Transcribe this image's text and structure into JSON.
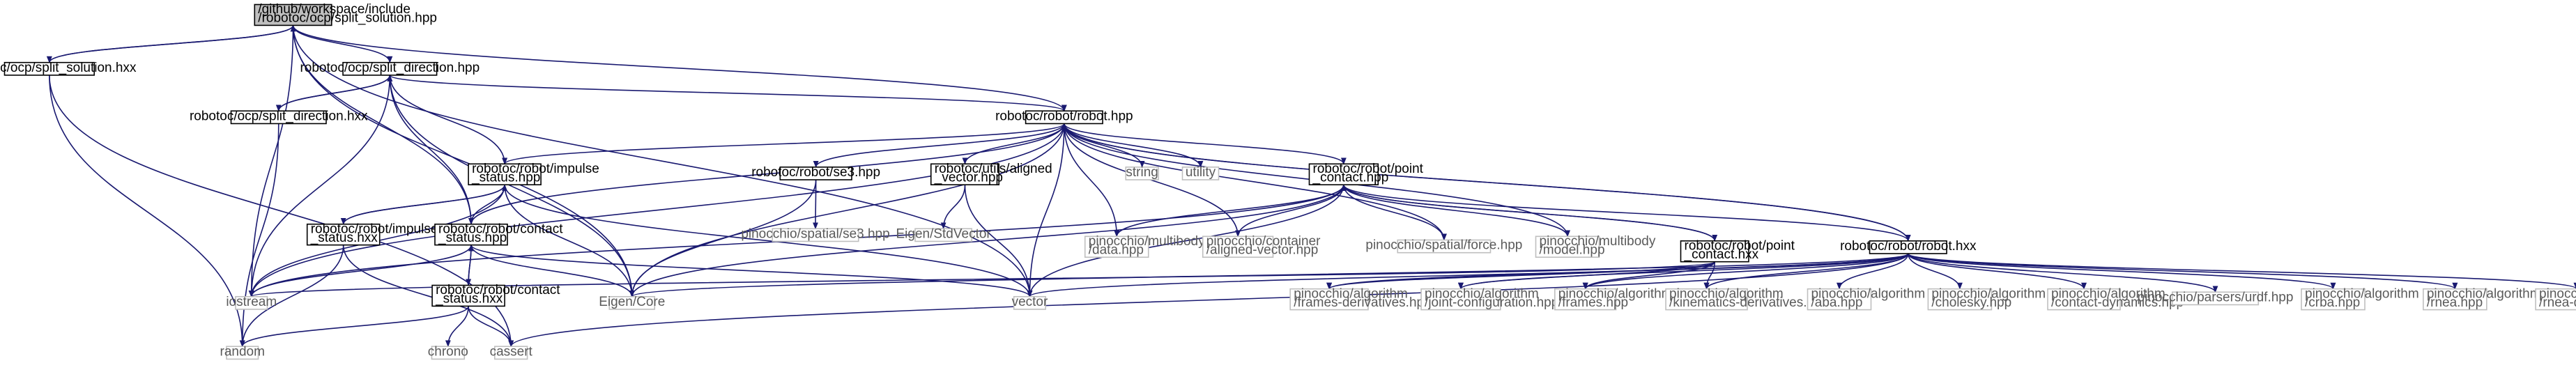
{
  "title": "",
  "colors": {
    "edge": "#191970",
    "root_fill": "#bfbfbf",
    "node_stroke": "#000000",
    "external_stroke": "#bfbfbf",
    "external_text": "#5a5a5a"
  },
  "nodes": [
    {
      "id": "root",
      "lines": [
        "/github/workspace/include",
        "/robotoc/ocp/split_solution.hpp"
      ],
      "kind": "root"
    },
    {
      "id": "split_solution_hxx",
      "lines": [
        "robotoc/ocp/split_solution.hxx"
      ],
      "kind": "file"
    },
    {
      "id": "split_direction_hpp",
      "lines": [
        "robotoc/ocp/split_direction.hpp"
      ],
      "kind": "file"
    },
    {
      "id": "split_direction_hxx",
      "lines": [
        "robotoc/ocp/split_direction.hxx"
      ],
      "kind": "file"
    },
    {
      "id": "robot_hpp",
      "lines": [
        "robotoc/robot/robot.hpp"
      ],
      "kind": "file"
    },
    {
      "id": "impulse_status_hpp",
      "lines": [
        "robotoc/robot/impulse",
        "_status.hpp"
      ],
      "kind": "file"
    },
    {
      "id": "se3_hpp",
      "lines": [
        "robotoc/robot/se3.hpp"
      ],
      "kind": "file"
    },
    {
      "id": "aligned_vector_hpp",
      "lines": [
        "robotoc/utils/aligned",
        "_vector.hpp"
      ],
      "kind": "file"
    },
    {
      "id": "string",
      "lines": [
        "string"
      ],
      "kind": "external"
    },
    {
      "id": "utility",
      "lines": [
        "utility"
      ],
      "kind": "external"
    },
    {
      "id": "point_contact_hpp",
      "lines": [
        "robotoc/robot/point",
        "_contact.hpp"
      ],
      "kind": "file"
    },
    {
      "id": "robot_hxx",
      "lines": [
        "robotoc/robot/robot.hxx"
      ],
      "kind": "file"
    },
    {
      "id": "impulse_status_hxx",
      "lines": [
        "robotoc/robot/impulse",
        "_status.hxx"
      ],
      "kind": "file"
    },
    {
      "id": "contact_status_hpp",
      "lines": [
        "robotoc/robot/contact",
        "_status.hpp"
      ],
      "kind": "file"
    },
    {
      "id": "contact_status_hxx",
      "lines": [
        "robotoc/robot/contact",
        "_status.hxx"
      ],
      "kind": "file"
    },
    {
      "id": "point_contact_hxx",
      "lines": [
        "robotoc/robot/point",
        "_contact.hxx"
      ],
      "kind": "file"
    },
    {
      "id": "se3_pin",
      "lines": [
        "pinocchio/spatial/se3.hpp"
      ],
      "kind": "external"
    },
    {
      "id": "eigen_stdvector",
      "lines": [
        "Eigen/StdVector"
      ],
      "kind": "external"
    },
    {
      "id": "multibody_data",
      "lines": [
        "pinocchio/multibody",
        "/data.hpp"
      ],
      "kind": "external"
    },
    {
      "id": "container_aligned",
      "lines": [
        "pinocchio/container",
        "/aligned-vector.hpp"
      ],
      "kind": "external"
    },
    {
      "id": "spatial_force",
      "lines": [
        "pinocchio/spatial/force.hpp"
      ],
      "kind": "external"
    },
    {
      "id": "multibody_model",
      "lines": [
        "pinocchio/multibody",
        "/model.hpp"
      ],
      "kind": "external"
    },
    {
      "id": "iostream",
      "lines": [
        "iostream"
      ],
      "kind": "external"
    },
    {
      "id": "eigen_core",
      "lines": [
        "Eigen/Core"
      ],
      "kind": "external"
    },
    {
      "id": "vector",
      "lines": [
        "vector"
      ],
      "kind": "external"
    },
    {
      "id": "random",
      "lines": [
        "random"
      ],
      "kind": "external"
    },
    {
      "id": "chrono",
      "lines": [
        "chrono"
      ],
      "kind": "external"
    },
    {
      "id": "cassert",
      "lines": [
        "cassert"
      ],
      "kind": "external"
    },
    {
      "id": "frames_derivatives",
      "lines": [
        "pinocchio/algorithm",
        "/frames-derivatives.hpp"
      ],
      "kind": "external"
    },
    {
      "id": "joint_configuration",
      "lines": [
        "pinocchio/algorithm",
        "/joint-configuration.hpp"
      ],
      "kind": "external"
    },
    {
      "id": "frames",
      "lines": [
        "pinocchio/algorithm",
        "/frames.hpp"
      ],
      "kind": "external"
    },
    {
      "id": "kinematics_derivatives",
      "lines": [
        "pinocchio/algorithm",
        "/kinematics-derivatives.hpp"
      ],
      "kind": "external"
    },
    {
      "id": "aba",
      "lines": [
        "pinocchio/algorithm",
        "/aba.hpp"
      ],
      "kind": "external"
    },
    {
      "id": "cholesky",
      "lines": [
        "pinocchio/algorithm",
        "/cholesky.hpp"
      ],
      "kind": "external"
    },
    {
      "id": "contact_dynamics",
      "lines": [
        "pinocchio/algorithm",
        "/contact-dynamics.hpp"
      ],
      "kind": "external"
    },
    {
      "id": "urdf",
      "lines": [
        "pinocchio/parsers/urdf.hpp"
      ],
      "kind": "external"
    },
    {
      "id": "crba",
      "lines": [
        "pinocchio/algorithm",
        "/crba.hpp"
      ],
      "kind": "external"
    },
    {
      "id": "rnea",
      "lines": [
        "pinocchio/algorithm",
        "/rnea.hpp"
      ],
      "kind": "external"
    },
    {
      "id": "rnea_derivatives",
      "lines": [
        "pinocchio/algorithm",
        "/rnea-derivatives.hpp"
      ],
      "kind": "external"
    }
  ],
  "edges": [
    [
      "root",
      "split_solution_hxx"
    ],
    [
      "root",
      "split_direction_hpp"
    ],
    [
      "root",
      "robot_hpp"
    ],
    [
      "root",
      "iostream"
    ],
    [
      "root",
      "eigen_core"
    ],
    [
      "root",
      "contact_status_hpp"
    ],
    [
      "root",
      "vector"
    ],
    [
      "split_solution_hxx",
      "root"
    ],
    [
      "split_solution_hxx",
      "random"
    ],
    [
      "split_solution_hxx",
      "cassert"
    ],
    [
      "split_direction_hpp",
      "split_direction_hxx"
    ],
    [
      "split_direction_hpp",
      "robot_hpp"
    ],
    [
      "split_direction_hpp",
      "impulse_status_hpp"
    ],
    [
      "split_direction_hpp",
      "contact_status_hpp"
    ],
    [
      "split_direction_hpp",
      "iostream"
    ],
    [
      "split_direction_hpp",
      "eigen_core"
    ],
    [
      "split_direction_hxx",
      "split_direction_hpp"
    ],
    [
      "split_direction_hxx",
      "random"
    ],
    [
      "robot_hpp",
      "impulse_status_hpp"
    ],
    [
      "robot_hpp",
      "se3_hpp"
    ],
    [
      "robot_hpp",
      "aligned_vector_hpp"
    ],
    [
      "robot_hpp",
      "string"
    ],
    [
      "robot_hpp",
      "utility"
    ],
    [
      "robot_hpp",
      "point_contact_hpp"
    ],
    [
      "robot_hpp",
      "robot_hxx"
    ],
    [
      "robot_hpp",
      "contact_status_hpp"
    ],
    [
      "robot_hpp",
      "iostream"
    ],
    [
      "robot_hpp",
      "eigen_core"
    ],
    [
      "robot_hpp",
      "vector"
    ],
    [
      "robot_hpp",
      "multibody_data"
    ],
    [
      "robot_hpp",
      "container_aligned"
    ],
    [
      "robot_hpp",
      "spatial_force"
    ],
    [
      "robot_hpp",
      "multibody_model"
    ],
    [
      "impulse_status_hpp",
      "impulse_status_hxx"
    ],
    [
      "impulse_status_hpp",
      "contact_status_hpp"
    ],
    [
      "impulse_status_hpp",
      "iostream"
    ],
    [
      "impulse_status_hpp",
      "eigen_core"
    ],
    [
      "impulse_status_hpp",
      "vector"
    ],
    [
      "impulse_status_hxx",
      "impulse_status_hpp"
    ],
    [
      "impulse_status_hxx",
      "random"
    ],
    [
      "impulse_status_hxx",
      "cassert"
    ],
    [
      "contact_status_hpp",
      "contact_status_hxx"
    ],
    [
      "contact_status_hpp",
      "iostream"
    ],
    [
      "contact_status_hpp",
      "eigen_core"
    ],
    [
      "contact_status_hpp",
      "vector"
    ],
    [
      "contact_status_hxx",
      "contact_status_hpp"
    ],
    [
      "contact_status_hxx",
      "random"
    ],
    [
      "contact_status_hxx",
      "chrono"
    ],
    [
      "contact_status_hxx",
      "cassert"
    ],
    [
      "se3_hpp",
      "se3_pin"
    ],
    [
      "se3_hpp",
      "eigen_core"
    ],
    [
      "aligned_vector_hpp",
      "eigen_stdvector"
    ],
    [
      "aligned_vector_hpp",
      "vector"
    ],
    [
      "point_contact_hpp",
      "point_contact_hxx"
    ],
    [
      "point_contact_hpp",
      "multibody_data"
    ],
    [
      "point_contact_hpp",
      "container_aligned"
    ],
    [
      "point_contact_hpp",
      "spatial_force"
    ],
    [
      "point_contact_hpp",
      "multibody_model"
    ],
    [
      "point_contact_hpp",
      "iostream"
    ],
    [
      "point_contact_hpp",
      "eigen_core"
    ],
    [
      "point_contact_hpp",
      "vector"
    ],
    [
      "point_contact_hxx",
      "point_contact_hpp"
    ],
    [
      "point_contact_hxx",
      "frames_derivatives"
    ],
    [
      "point_contact_hxx",
      "joint_configuration"
    ],
    [
      "point_contact_hxx",
      "frames"
    ],
    [
      "point_contact_hxx",
      "kinematics_derivatives"
    ],
    [
      "point_contact_hxx",
      "iostream"
    ],
    [
      "robot_hxx",
      "robot_hpp"
    ],
    [
      "robot_hxx",
      "point_contact_hpp"
    ],
    [
      "robot_hxx",
      "frames_derivatives"
    ],
    [
      "robot_hxx",
      "joint_configuration"
    ],
    [
      "robot_hxx",
      "frames"
    ],
    [
      "robot_hxx",
      "kinematics_derivatives"
    ],
    [
      "robot_hxx",
      "aba"
    ],
    [
      "robot_hxx",
      "cholesky"
    ],
    [
      "robot_hxx",
      "contact_dynamics"
    ],
    [
      "robot_hxx",
      "urdf"
    ],
    [
      "robot_hxx",
      "crba"
    ],
    [
      "robot_hxx",
      "rnea"
    ],
    [
      "robot_hxx",
      "rnea_derivatives"
    ],
    [
      "robot_hxx",
      "cassert"
    ],
    [
      "robot_hxx",
      "eigen_core"
    ],
    [
      "robot_hxx",
      "vector"
    ]
  ]
}
